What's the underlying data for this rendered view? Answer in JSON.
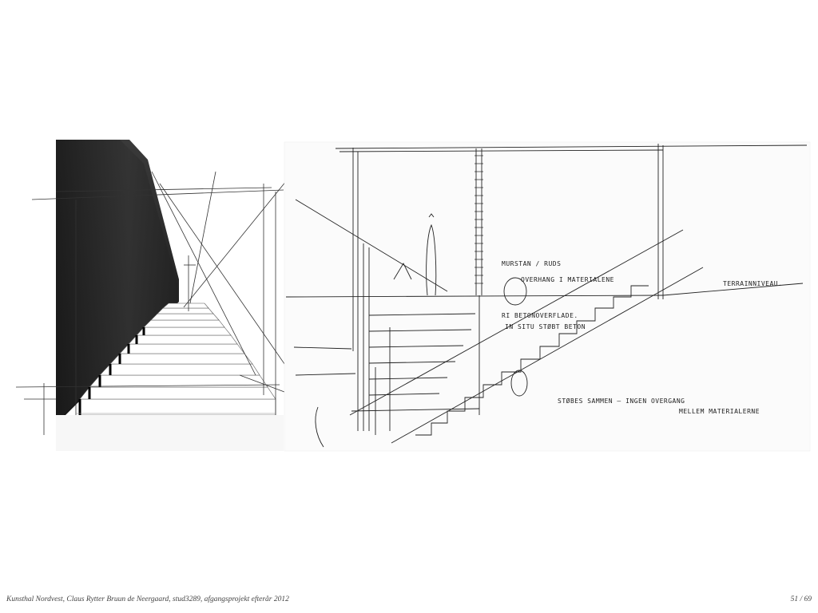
{
  "slide": {
    "caption": "Kunsthal Nordvest, Claus Rytter Bruun de Neergaard, stud3289, afgangsprojekt efterår 2012",
    "page_number": "51 / 69"
  },
  "sketch": {
    "notes": {
      "murstone": "MURSTAN / RUDS",
      "overhang": "OVERHANG I MATERIALENE",
      "terrain": "TERRAINNIVEAU.",
      "ri_beton": "RI BETONOVERFLADE.",
      "in_situ": "IN SITU STØBT BETON",
      "stoebt": "STØBES SAMMEN — INGEN OVERGANG",
      "mellem": "MELLEM MATERIALERNE"
    }
  }
}
